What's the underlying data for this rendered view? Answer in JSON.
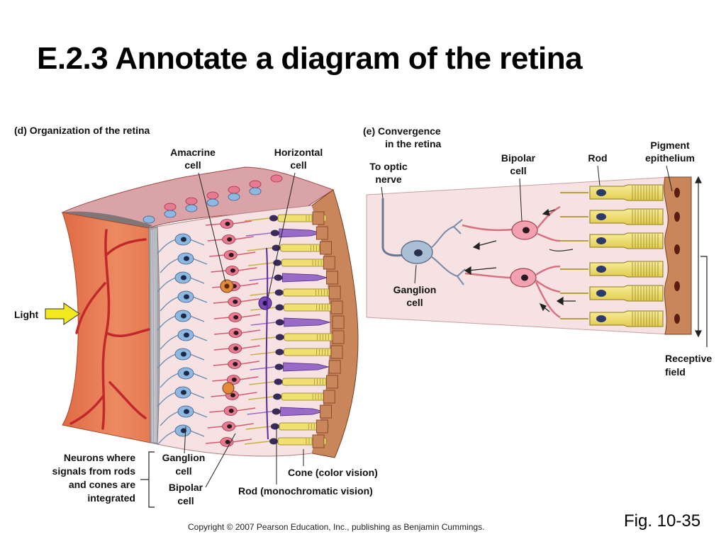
{
  "slide": {
    "title": "E.2.3 Annotate a diagram of the retina"
  },
  "panel_d": {
    "title": "(d) Organization of the retina",
    "labels": {
      "amacrine_1": "Amacrine",
      "amacrine_2": "cell",
      "horizontal_1": "Horizontal",
      "horizontal_2": "cell",
      "light": "Light",
      "neurons_1": "Neurons where",
      "neurons_2": "signals from rods",
      "neurons_3": "and cones are",
      "neurons_4": "integrated",
      "ganglion_1": "Ganglion",
      "ganglion_2": "cell",
      "bipolar_1": "Bipolar",
      "bipolar_2": "cell",
      "cone": "Cone (color vision)",
      "rod": "Rod (monochromatic vision)"
    }
  },
  "panel_e": {
    "title_1": "(e) Convergence",
    "title_2": "in the retina",
    "labels": {
      "optic_1": "To optic",
      "optic_2": "nerve",
      "bipolar_1": "Bipolar",
      "bipolar_2": "cell",
      "rod": "Rod",
      "pigment_1": "Pigment",
      "pigment_2": "epithelium",
      "ganglion_1": "Ganglion",
      "ganglion_2": "cell",
      "receptive_1": "Receptive",
      "receptive_2": "field"
    }
  },
  "footer": {
    "copyright": "Copyright © 2007 Pearson Education, Inc., publishing as Benjamin Cummings.",
    "figure_number": "Fig. 10-35"
  },
  "colors": {
    "tissue_orange": "#e8835a",
    "blood_vessel": "#c0282a",
    "ganglion_blue": "#8fb8e0",
    "bipolar_pink": "#e87a90",
    "rod_yellow": "#f0e070",
    "cone_purple": "#9a6ac8",
    "pigment_brown": "#c9865a",
    "background_pink": "#f6e2e2"
  }
}
